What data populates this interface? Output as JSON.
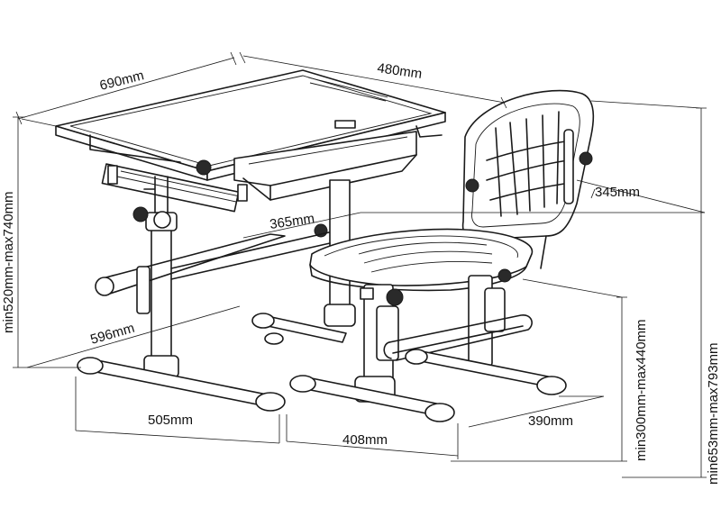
{
  "dimensions": {
    "desk_width": "690mm",
    "desk_depth": "480mm",
    "desk_height": "min520mm-max740mm",
    "chair_back_width": "345mm",
    "seat_width": "365mm",
    "desk_leg_depth": "596mm",
    "desk_base_width": "505mm",
    "chair_base_width": "408mm",
    "chair_base_depth": "390mm",
    "seat_height": "min300mm-max440mm",
    "chair_height": "min653mm-max793mm"
  },
  "colors": {
    "line": "#1a1a1a",
    "background": "#ffffff"
  }
}
